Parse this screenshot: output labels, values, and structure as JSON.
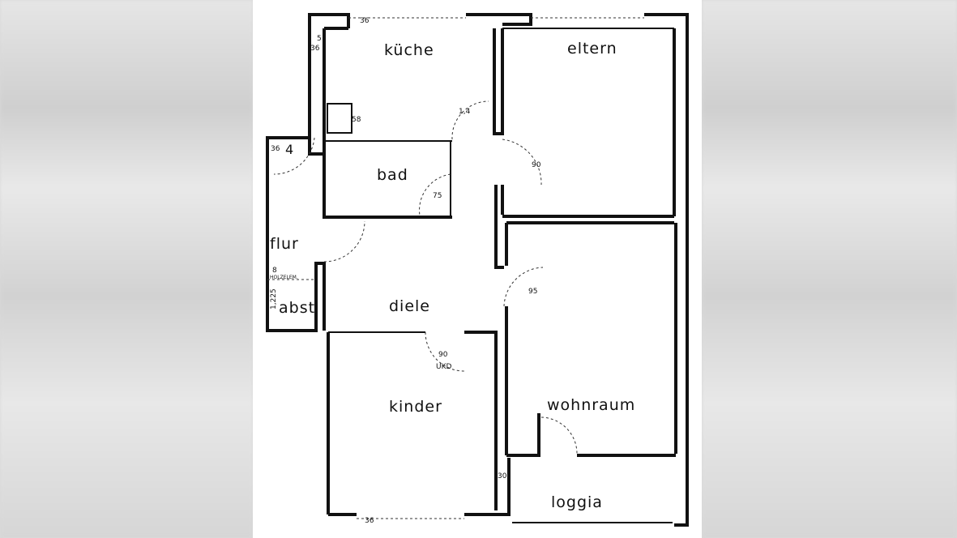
{
  "rooms": {
    "kueche": "küche",
    "eltern": "eltern",
    "bad": "bad",
    "flur": "flur",
    "abst": "abst",
    "diele": "diele",
    "kinder": "kinder",
    "wohnraum": "wohnraum",
    "loggia": "loggia"
  },
  "dimensions": {
    "top_window": "36",
    "kitchen_left_a": "5",
    "kitchen_left_b": "36",
    "stove": "58",
    "kitchen_door": "1,4",
    "eltern_door": "90",
    "bad_door": "75",
    "flur_door": "4",
    "flur_top": "36",
    "flur_mark": "8",
    "holzelem": "HOLZELEM.",
    "abst_height": "1,225",
    "kinder_door": "90",
    "kinder_door_note": "UKD",
    "wohn_door": "95",
    "loggia_wall": "30",
    "bottom_window": "36"
  }
}
